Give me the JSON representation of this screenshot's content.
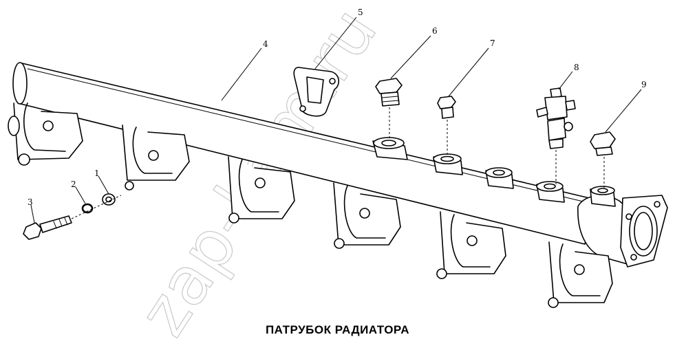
{
  "caption": "ПАТРУБОК РАДИАТОРА",
  "watermark": "zap-kam.ru",
  "callouts": [
    "1",
    "2",
    "3",
    "4",
    "5",
    "6",
    "7",
    "8",
    "9"
  ],
  "colors": {
    "line": "#000000",
    "background": "#ffffff",
    "watermark": "#c8c8c8"
  }
}
